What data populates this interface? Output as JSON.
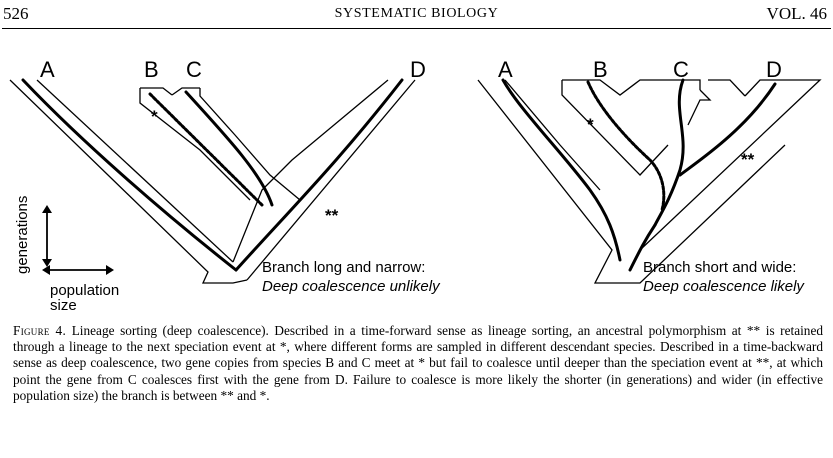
{
  "header": {
    "page_number": "526",
    "journal": "SYSTEMATIC BIOLOGY",
    "volume": "VOL. 46"
  },
  "figure": {
    "left_panel": {
      "taxa": [
        "A",
        "B",
        "C",
        "D"
      ],
      "star_label": "*",
      "double_star_label": "**",
      "title": "Branch long and narrow:",
      "subtitle": "Deep coalescence unlikely"
    },
    "right_panel": {
      "taxa": [
        "A",
        "B",
        "C",
        "D"
      ],
      "star_label": "*",
      "double_star_label": "**",
      "title": "Branch short and wide:",
      "subtitle": "Deep coalescence likely"
    },
    "axes": {
      "vertical_label": "generations",
      "horizontal_label_line1": "population",
      "horizontal_label_line2": "size"
    }
  },
  "caption": {
    "label": "Figure 4.",
    "text": "Lineage sorting (deep coalescence). Described in a time-forward sense as lineage sorting, an ancestral polymorphism at ** is retained through a lineage to the next speciation event at *, where different forms are sampled in different descendant species. Described in a time-backward sense as deep coalescence, two gene copies from species B and C meet at * but fail to coalesce until deeper than the speciation event at **, at which point the gene from C coalesces first with the gene from D. Failure to coalesce is more likely the shorter (in generations) and wider (in effective population size) the branch is between ** and *."
  }
}
